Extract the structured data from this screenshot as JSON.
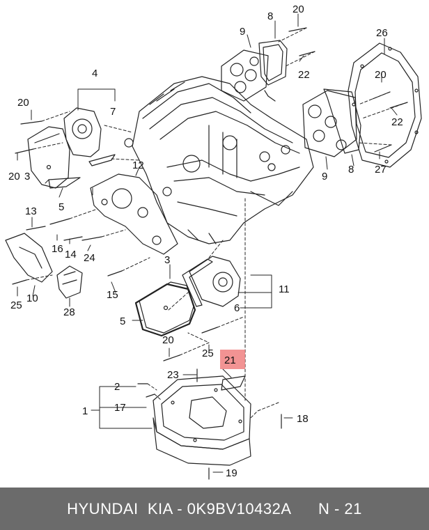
{
  "labels": {
    "l1": "1",
    "l2": "2",
    "l3a": "3",
    "l3b": "3",
    "l4": "4",
    "l5a": "5",
    "l5b": "5",
    "l6": "6",
    "l7": "7",
    "l8a": "8",
    "l8b": "8",
    "l9a": "9",
    "l9b": "9",
    "l10": "10",
    "l11": "11",
    "l12": "12",
    "l13": "13",
    "l14": "14",
    "l15": "15",
    "l16": "16",
    "l17": "17",
    "l18": "18",
    "l19": "19",
    "l20a": "20",
    "l20b": "20",
    "l20c": "20",
    "l20d": "20",
    "l20e": "20",
    "l21": "21",
    "l22a": "22",
    "l22b": "22",
    "l23": "23",
    "l24": "24",
    "l25a": "25",
    "l25b": "25",
    "l26": "26",
    "l27": "27",
    "l28": "28"
  },
  "highlight_color": "#f08080",
  "footer": {
    "text": "HYUNDAI  KIA - 0K9BV10432A      N - 21"
  }
}
